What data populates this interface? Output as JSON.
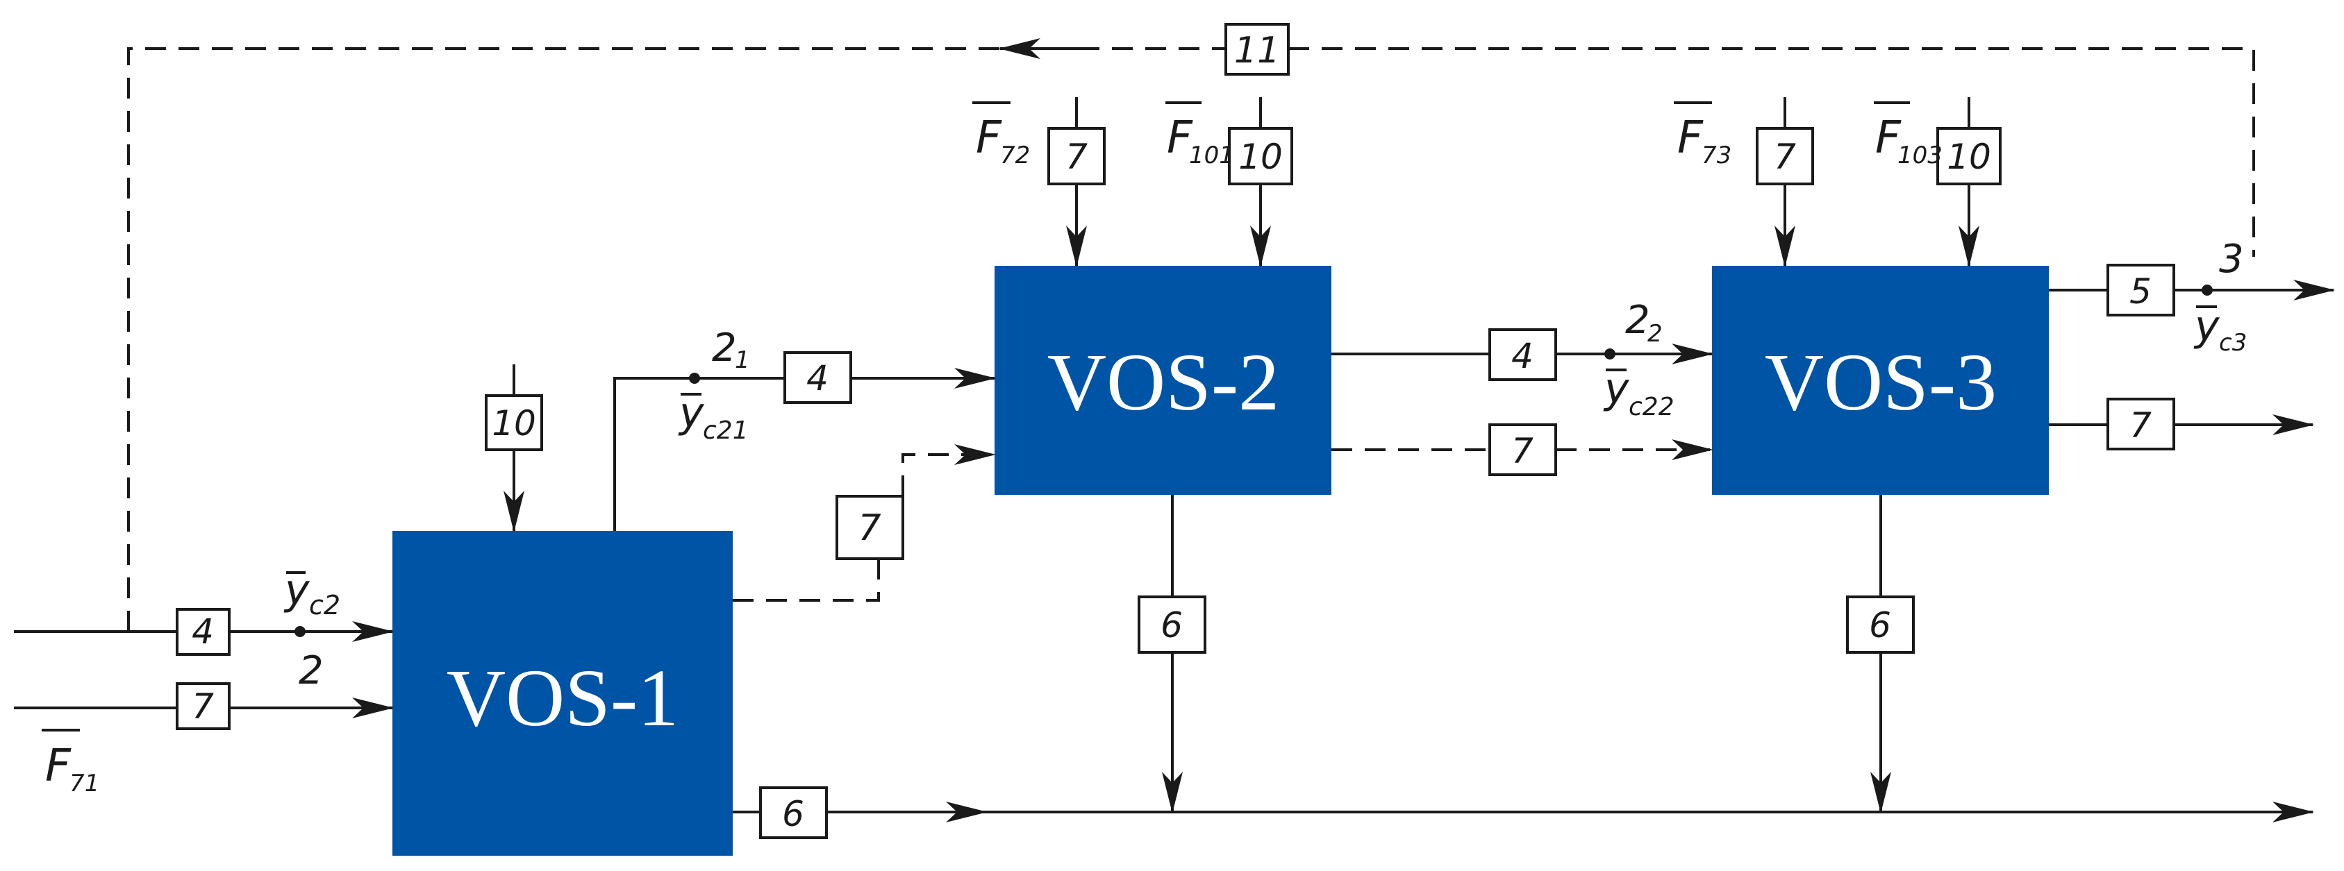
{
  "colors": {
    "block_fill": "#0054a6",
    "line": "#1a1a1a",
    "background": "#ffffff"
  },
  "blocks": [
    {
      "id": "vos1",
      "label": "VOS-1"
    },
    {
      "id": "vos2",
      "label": "VOS-2"
    },
    {
      "id": "vos3",
      "label": "VOS-3"
    }
  ],
  "boxes": {
    "b11": "11",
    "b7_top2": "7",
    "b10_top2": "10",
    "b7_top3": "7",
    "b10_top3": "10",
    "b10_vos1": "10",
    "b4_in1": "4",
    "b7_in1": "7",
    "b4_out1": "4",
    "b7_out1": "7",
    "b6_out1": "6",
    "b4_out2": "4",
    "b7_out2": "7",
    "b6_out2": "6",
    "b5_out3": "5",
    "b7_out3": "7",
    "b6_out3": "6"
  },
  "labels": {
    "F7_1": "F",
    "F7_1_sub": "71",
    "F7_2": "F",
    "F7_2_sub": "72",
    "F10_1": "F",
    "F10_1_sub": "101",
    "F7_3": "F",
    "F7_3_sub": "73",
    "F10_3": "F",
    "F10_3_sub": "103",
    "y_c2": "y",
    "y_c2_sub": "c2",
    "y_c2_1": "y",
    "y_c2_1_sub": "c21",
    "y_c2_2": "y",
    "y_c2_2_sub": "c22",
    "y_c3": "y",
    "y_c3_sub": "c3",
    "node_2": "2",
    "node_2_1": "2",
    "node_2_1_sub": "1",
    "node_2_2": "2",
    "node_2_2_sub": "2",
    "node_3": "3"
  }
}
